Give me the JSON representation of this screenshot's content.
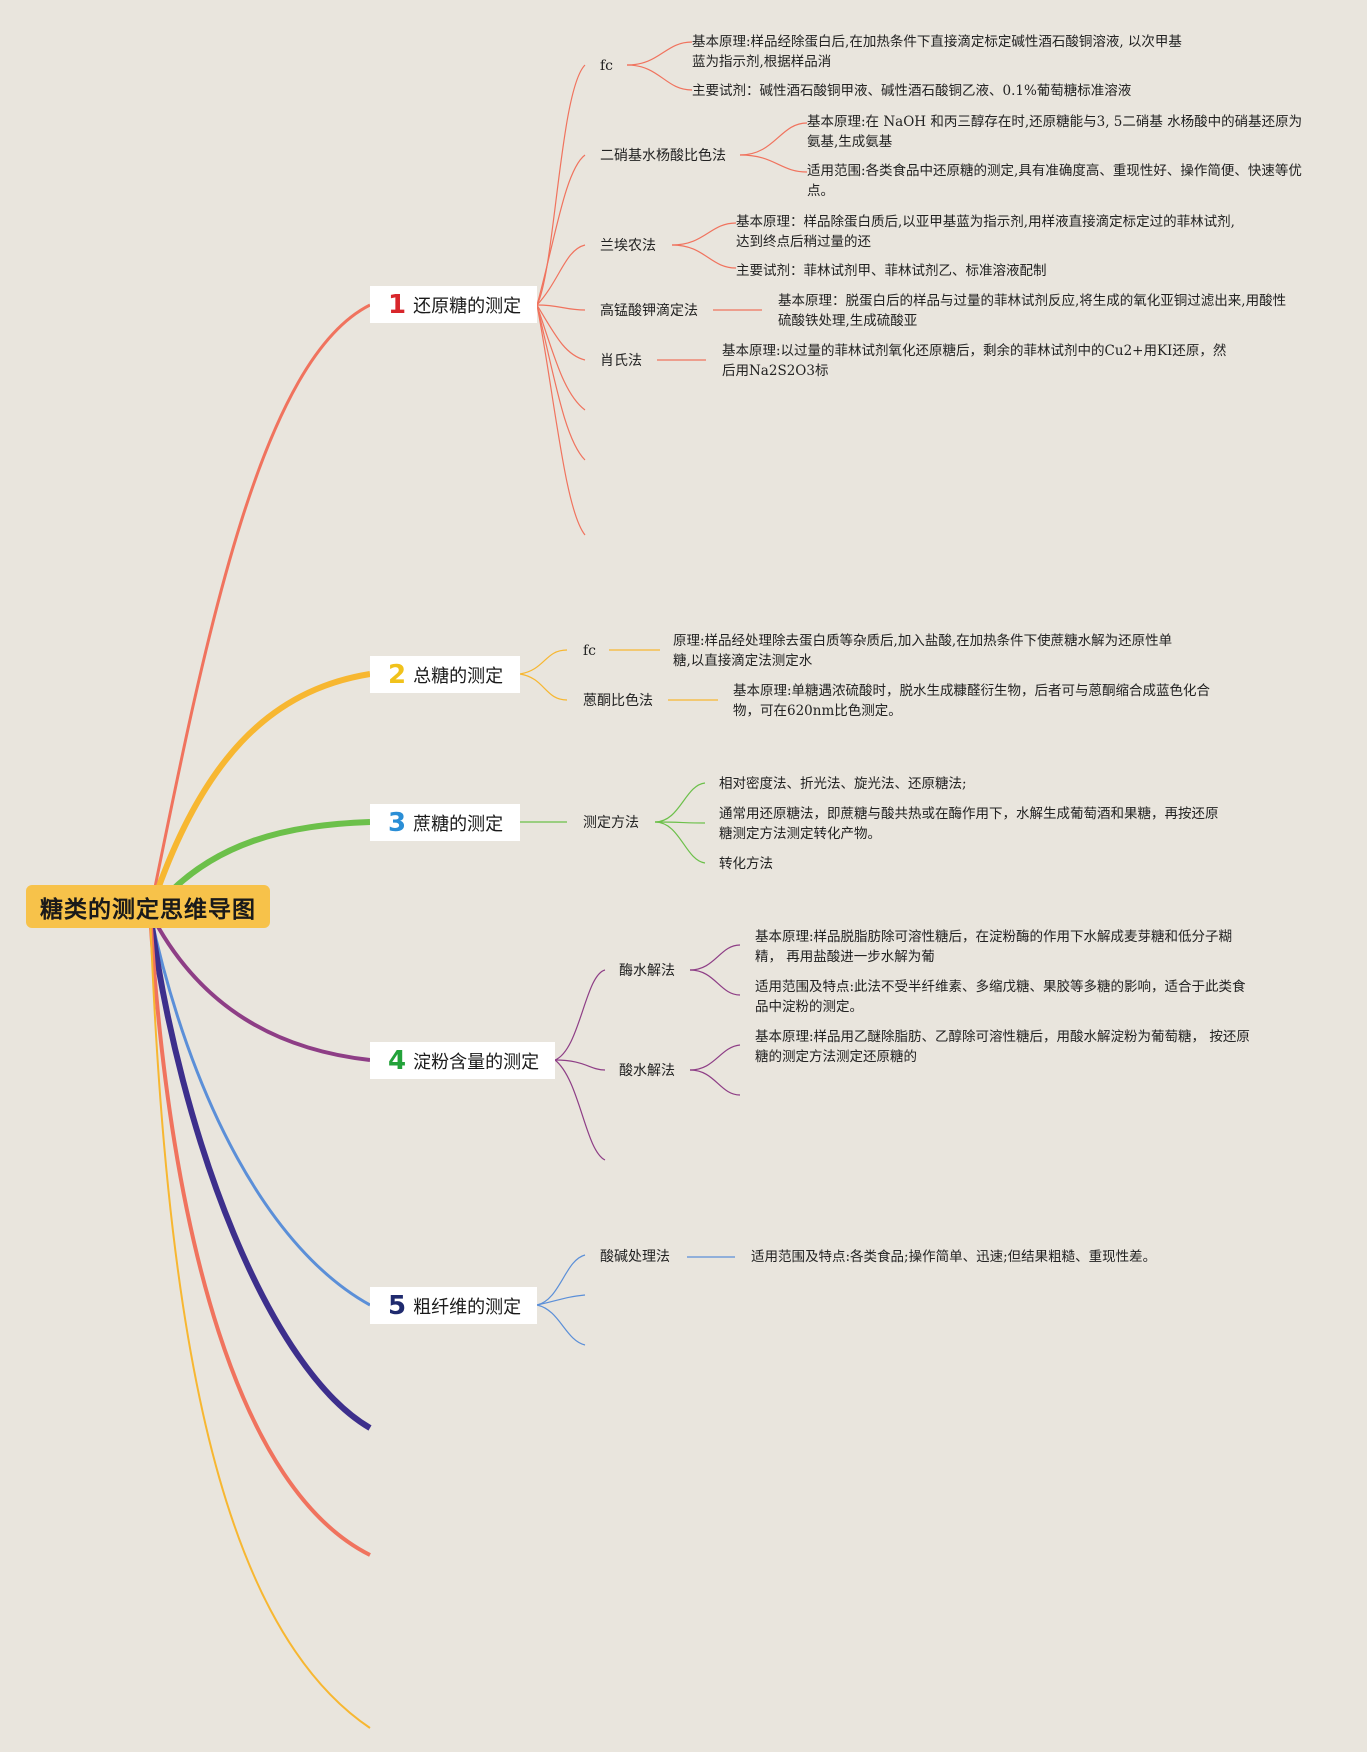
{
  "root": {
    "title": "糖类的测定思维导图"
  },
  "topics": [
    {
      "num": "1",
      "title": "还原糖的测定",
      "color": "#f0735e",
      "num_color": "#d8262b",
      "branches": [
        {
          "label": "fc",
          "details": [
            "基本原理:样品经除蛋白后,在加热条件下直接滴定标定碱性酒石酸铜溶液, 以次甲基蓝为指示剂,根据样品消",
            "主要试剂：碱性酒石酸铜甲液、碱性酒石酸铜乙液、0.1%葡萄糖标准溶液"
          ]
        },
        {
          "label": "二硝基水杨酸比色法",
          "details": [
            "基本原理:在 NaOH 和丙三醇存在时,还原糖能与3, 5二硝基 水杨酸中的硝基还原为氨基,生成氨基",
            "适用范围:各类食品中还原糖的测定,具有准确度高、重现性好、操作简便、快速等优点。"
          ]
        },
        {
          "label": "兰埃农法",
          "details": [
            "基本原理：样品除蛋白质后,以亚甲基蓝为指示剂,用样液直接滴定标定过的菲林试剂, 达到终点后稍过量的还",
            "主要试剂：菲林试剂甲、菲林试剂乙、标准溶液配制"
          ]
        },
        {
          "label": "高锰酸钾滴定法",
          "details": [
            "基本原理：脱蛋白后的样品与过量的菲林试剂反应,将生成的氧化亚铜过滤出来,用酸性硫酸铁处理,生成硫酸亚"
          ]
        },
        {
          "label": "肖氏法",
          "details": [
            "基本原理:以过量的菲林试剂氧化还原糖后，剩余的菲林试剂中的Cu2+用KI还原，然后用Na2S2O3标"
          ]
        }
      ]
    },
    {
      "num": "2",
      "title": "总糖的测定",
      "color": "#f7b731",
      "num_color": "#f1c21b",
      "branches": [
        {
          "label": "fc",
          "details": [
            "原理:样品经处理除去蛋白质等杂质后,加入盐酸,在加热条件下使蔗糖水解为还原性单糖,以直接滴定法测定水"
          ]
        },
        {
          "label": "蒽酮比色法",
          "details": [
            "基本原理:单糖遇浓硫酸时，脱水生成糠醛衍生物，后者可与蒽酮缩合成蓝色化合物，可在620nm比色测定。"
          ]
        }
      ]
    },
    {
      "num": "3",
      "title": "蔗糖的测定",
      "color": "#6cc04a",
      "num_color": "#2a8ed6",
      "branches": [
        {
          "label": "测定方法",
          "details": [
            "相对密度法、折光法、旋光法、还原糖法;",
            "通常用还原糖法，即蔗糖与酸共热或在酶作用下，水解生成葡萄酒和果糖，再按还原糖测定方法测定转化产物。",
            "转化方法"
          ]
        }
      ]
    },
    {
      "num": "4",
      "title": "淀粉含量的测定",
      "color": "#8e3e86",
      "num_color": "#23a23a",
      "branches": [
        {
          "label": "酶水解法",
          "details": [
            "基本原理:样品脱脂肪除可溶性糖后，在淀粉酶的作用下水解成麦芽糖和低分子糊精， 再用盐酸进一步水解为葡",
            "适用范围及特点:此法不受半纤维素、多缩戊糖、果胶等多糖的影响，适合于此类食品中淀粉的测定。"
          ]
        },
        {
          "label": "酸水解法",
          "details": [
            "基本原理:样品用乙醚除脂肪、乙醇除可溶性糖后，用酸水解淀粉为葡萄糖， 按还原糖的测定方法测定还原糖的"
          ]
        }
      ]
    },
    {
      "num": "5",
      "title": "粗纤维的测定",
      "color": "#5b8fd8",
      "num_color": "#1f2a6e",
      "branches": [
        {
          "label": "酸碱处理法",
          "details": [
            "适用范围及特点:各类食品;操作简单、迅速;但结果粗糙、重现性差。"
          ]
        }
      ]
    }
  ],
  "extra_branch_colors": [
    "#3d2f8c",
    "#f0735e",
    "#f7b731"
  ]
}
